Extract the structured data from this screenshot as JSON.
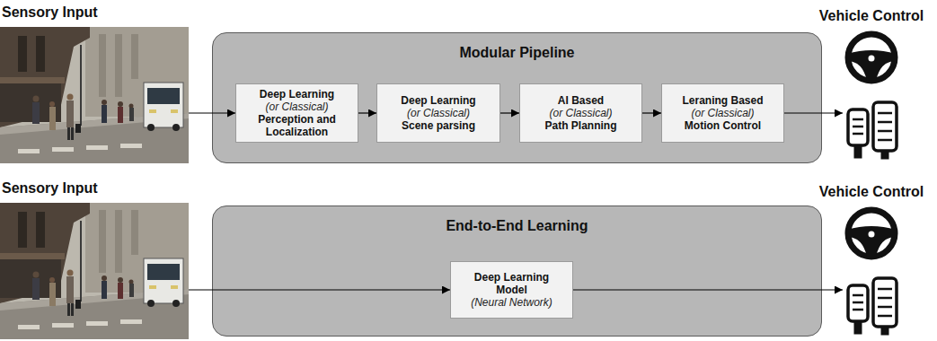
{
  "diagram": {
    "nodes": [
      {
        "text": [
          "Sensory Input"
        ]
      },
      {
        "text": [
          "Modular Pipeline"
        ]
      },
      {
        "text": [
          "Deep Learning",
          "(or Classical)",
          "Perception and Localization"
        ],
        "in": 1
      },
      {
        "text": [
          "Deep Learning",
          "(or Classical)",
          "Scene parsing"
        ],
        "in": 1
      },
      {
        "text": [
          "AI Based",
          "(or Classical)",
          "Path Planning"
        ],
        "in": 1
      },
      {
        "text": [
          "Leraning Based",
          "(or Classical)",
          "Motion Control"
        ],
        "in": 1
      },
      {
        "text": [
          "Vehicle Control"
        ]
      },
      {
        "text": [
          "Sensory Input"
        ]
      },
      {
        "text": [
          "End-to-End Learning"
        ]
      },
      {
        "text": [
          "Deep Learning Model",
          "(Neural Network)"
        ],
        "in": 8
      },
      {
        "text": [
          "Vehicle Control"
        ]
      }
    ],
    "edges": [
      {
        "from": 0,
        "to": 2,
        "arrow": "to"
      },
      {
        "from": 2,
        "to": 3,
        "arrow": "to"
      },
      {
        "from": 3,
        "to": 4,
        "arrow": "to"
      },
      {
        "from": 4,
        "to": 5,
        "arrow": "to"
      },
      {
        "from": 5,
        "to": 6,
        "arrow": "to"
      },
      {
        "from": 7,
        "to": 9,
        "arrow": "to"
      },
      {
        "from": 9,
        "to": 10,
        "arrow": "to"
      }
    ]
  }
}
